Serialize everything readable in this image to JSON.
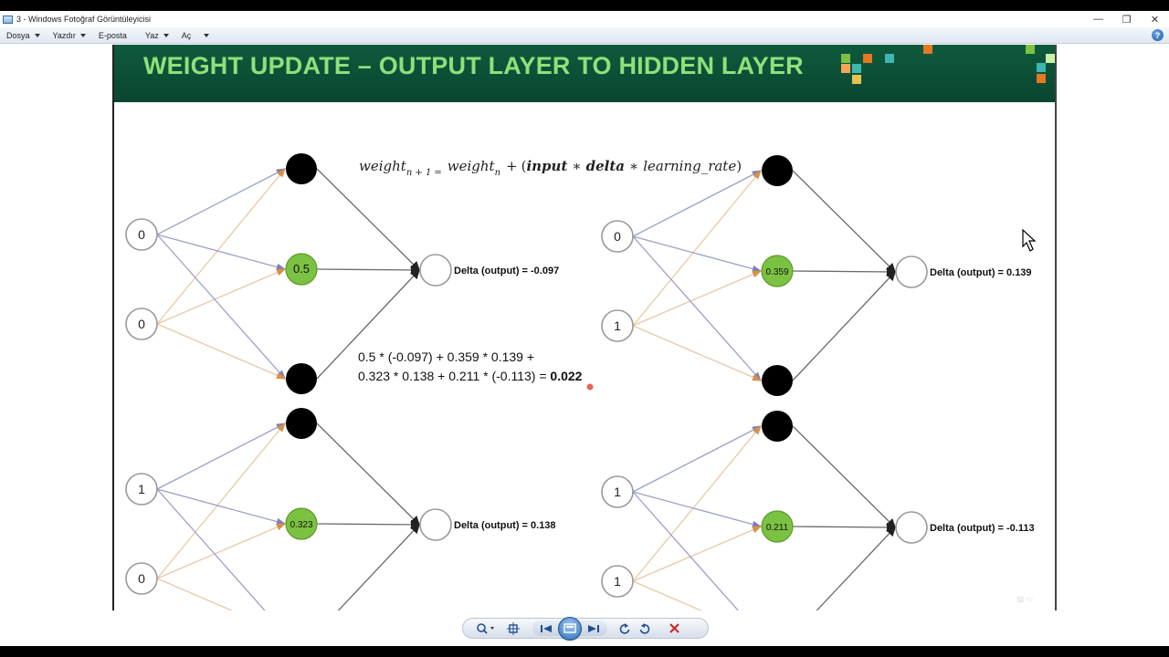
{
  "window": {
    "title": "3 - Windows Fotoğraf Görüntüleyicisi",
    "controls": [
      "—",
      "❐",
      "✕"
    ]
  },
  "menu": {
    "items": [
      {
        "label": "Dosya",
        "has_arrow": true
      },
      {
        "label": "Yazdır",
        "has_arrow": true
      },
      {
        "label": "E-posta",
        "has_arrow": false
      },
      {
        "label": "Yaz",
        "has_arrow": true
      },
      {
        "label": "Aç",
        "has_arrow": true
      }
    ],
    "help_label": "?"
  },
  "slide": {
    "title": "WEIGHT UPDATE – OUTPUT LAYER TO HIDDEN LAYER",
    "formula": {
      "w1": "weight",
      "sub1": "n + 1",
      "eq": "=",
      "w2": "weight",
      "sub2": "n",
      "plus": "+",
      "open": "(",
      "input": "input",
      "star1": "∗",
      "delta": "delta",
      "star2": "∗",
      "lr": "learning_rate",
      "close": ")"
    },
    "calc_line1": "0.5 * (-0.097) + 0.359 * 0.139 +",
    "calc_line2": "0.323 * 0.138 + 0.211 * (-0.113) = ",
    "calc_result": "0.022",
    "networks": [
      {
        "inputs": [
          "0",
          "0"
        ],
        "hidden_value": "0.5",
        "delta_label": "Delta (output) = -0.097"
      },
      {
        "inputs": [
          "0",
          "1"
        ],
        "hidden_value": "0.359",
        "delta_label": "Delta (output) = 0.139"
      },
      {
        "inputs": [
          "1",
          "0"
        ],
        "hidden_value": "0.323",
        "delta_label": "Delta (output) = 0.138"
      },
      {
        "inputs": [
          "1",
          "1"
        ],
        "hidden_value": "0.211",
        "delta_label": "Delta (output) = -0.113"
      }
    ]
  },
  "colors": {
    "hidden_green": "#7cc242",
    "line_blue": "#9a9fc8",
    "line_orange": "#e8c9a4",
    "line_dark": "#6b6b6b",
    "title_green": "#8fe07a",
    "header_bg": "#0e5a3d"
  },
  "toolbar": {
    "zoom_icon": "magnifier-icon",
    "fit_icon": "fit-window-icon",
    "prev_icon": "previous-icon",
    "slideshow_icon": "slideshow-icon",
    "next_icon": "next-icon",
    "rotate_ccw_icon": "rotate-left-icon",
    "rotate_cw_icon": "rotate-right-icon",
    "delete_icon": "delete-icon"
  }
}
